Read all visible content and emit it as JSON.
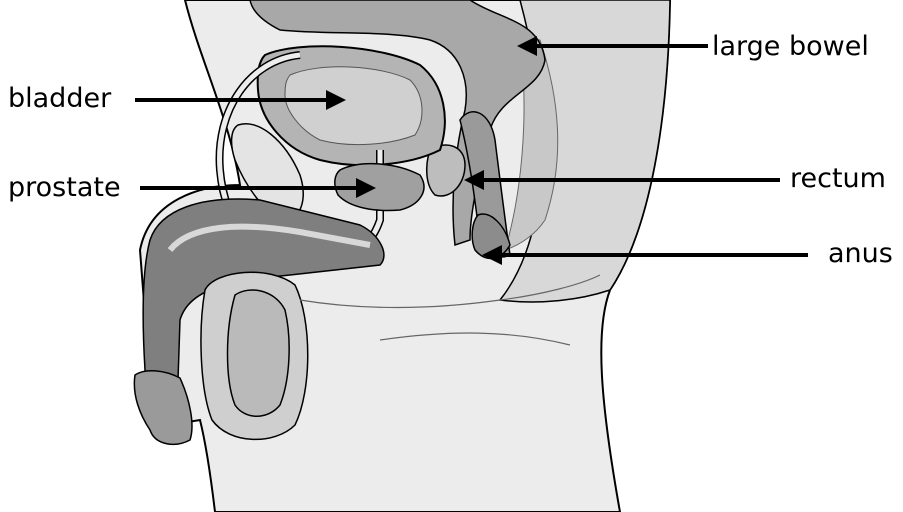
{
  "labels": {
    "bladder": "bladder",
    "prostate": "prostate",
    "large_bowel": "large bowel",
    "rectum": "rectum",
    "anus": "anus"
  },
  "colors": {
    "outline": "#000000",
    "skin": "#ececec",
    "light_tissue": "#dcdcdc",
    "mid_tissue": "#bdbdbd",
    "dark_tissue": "#8c8c8c",
    "bowel": "#a8a8a8",
    "arrow": "#000000"
  }
}
